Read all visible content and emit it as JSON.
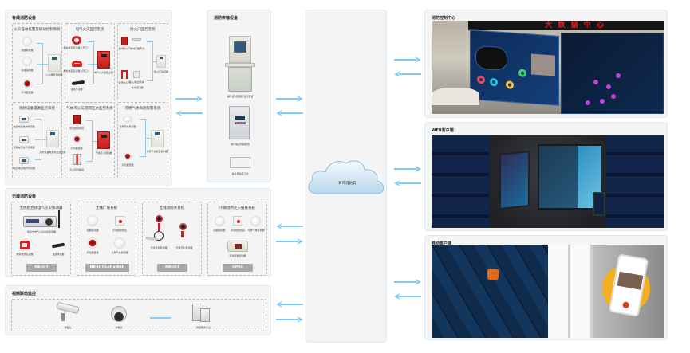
{
  "wired": {
    "title": "有线消防设备",
    "subsystems": [
      {
        "title": "火灾自动报警及联动控制系统",
        "devices": [
          "感烟探测器",
          "感温探测器",
          "声光报警器",
          "火灾报警控制器"
        ]
      },
      {
        "title": "电气火灾监控系统",
        "devices": [
          "剩余电流互感器（开口）",
          "剩余电流互感器（闭口）",
          "温度传感器",
          "电气火灾监控主机"
        ]
      },
      {
        "title": "防火门监控系统",
        "devices": [
          "常闭防火门",
          "常开防火门",
          "一体式门磁开关",
          "输入/输出模块",
          "电动闭门器",
          "防火门监控器"
        ]
      },
      {
        "title": "消防设备电源监控系统",
        "devices": [
          "电压电流信号传感器",
          "双路电压信号传感器",
          "电压/电流信号传感器",
          "消防设备电源状态监控器"
        ]
      },
      {
        "title": "气体灭火与管网压力监控系统",
        "devices": [
          "紧急启停按钮",
          "声光报警器",
          "灭火药剂瓶组",
          "气体灭火控制器"
        ]
      },
      {
        "title": "可燃气体探测报警系统",
        "devices": [
          "可燃气体探测器",
          "声光报警器",
          "可燃气体报警控制器"
        ]
      }
    ]
  },
  "transmission": {
    "title": "消防传输设备",
    "devices": [
      "消防控制室图形显示装置",
      "用户信息传输装置",
      "信息传输接口卡"
    ]
  },
  "wireless": {
    "title": "无线消防设备",
    "subsystems": [
      {
        "title": "无线组合式电气火灾探测器",
        "devices": [
          "组合式电气火灾监控探测器",
          "剩余电流互感器",
          "温度传感器"
        ],
        "protocol": "NB-IOT"
      },
      {
        "title": "无线广域系统",
        "devices": [
          "感烟探测器",
          "手动报警按钮",
          "声光报警器",
          "可燃气体探测器"
        ],
        "protocol": "NB-IOT/LoRaWAN"
      },
      {
        "title": "无线消防水系统",
        "devices": [
          "无线液位变送器",
          "无线压力变送器"
        ],
        "protocol": "NB-IOT"
      },
      {
        "title": "小微场所火灾报警系统",
        "devices": [
          "感烟探测器",
          "手动报警按钮",
          "可燃气体探测器",
          "家用报警控制器"
        ],
        "protocol": "GPRS"
      }
    ]
  },
  "video": {
    "title": "视频联动监控",
    "devices": [
      "摄像头",
      "摄像头",
      "视频服务平台"
    ]
  },
  "cloud": {
    "label": "青鸟消防云"
  },
  "clients": [
    {
      "title": "消防控制中心",
      "banner": "大 数 据 中 心"
    },
    {
      "title": "WEB客户端"
    },
    {
      "title": "移动客户端"
    }
  ],
  "colors": {
    "arrow": "#7ccbf5",
    "panel_bg": "#f4f4f4",
    "panel_border": "#dce9f3",
    "badge_bg": "#a9a9a9",
    "device_red": "#d42020"
  }
}
